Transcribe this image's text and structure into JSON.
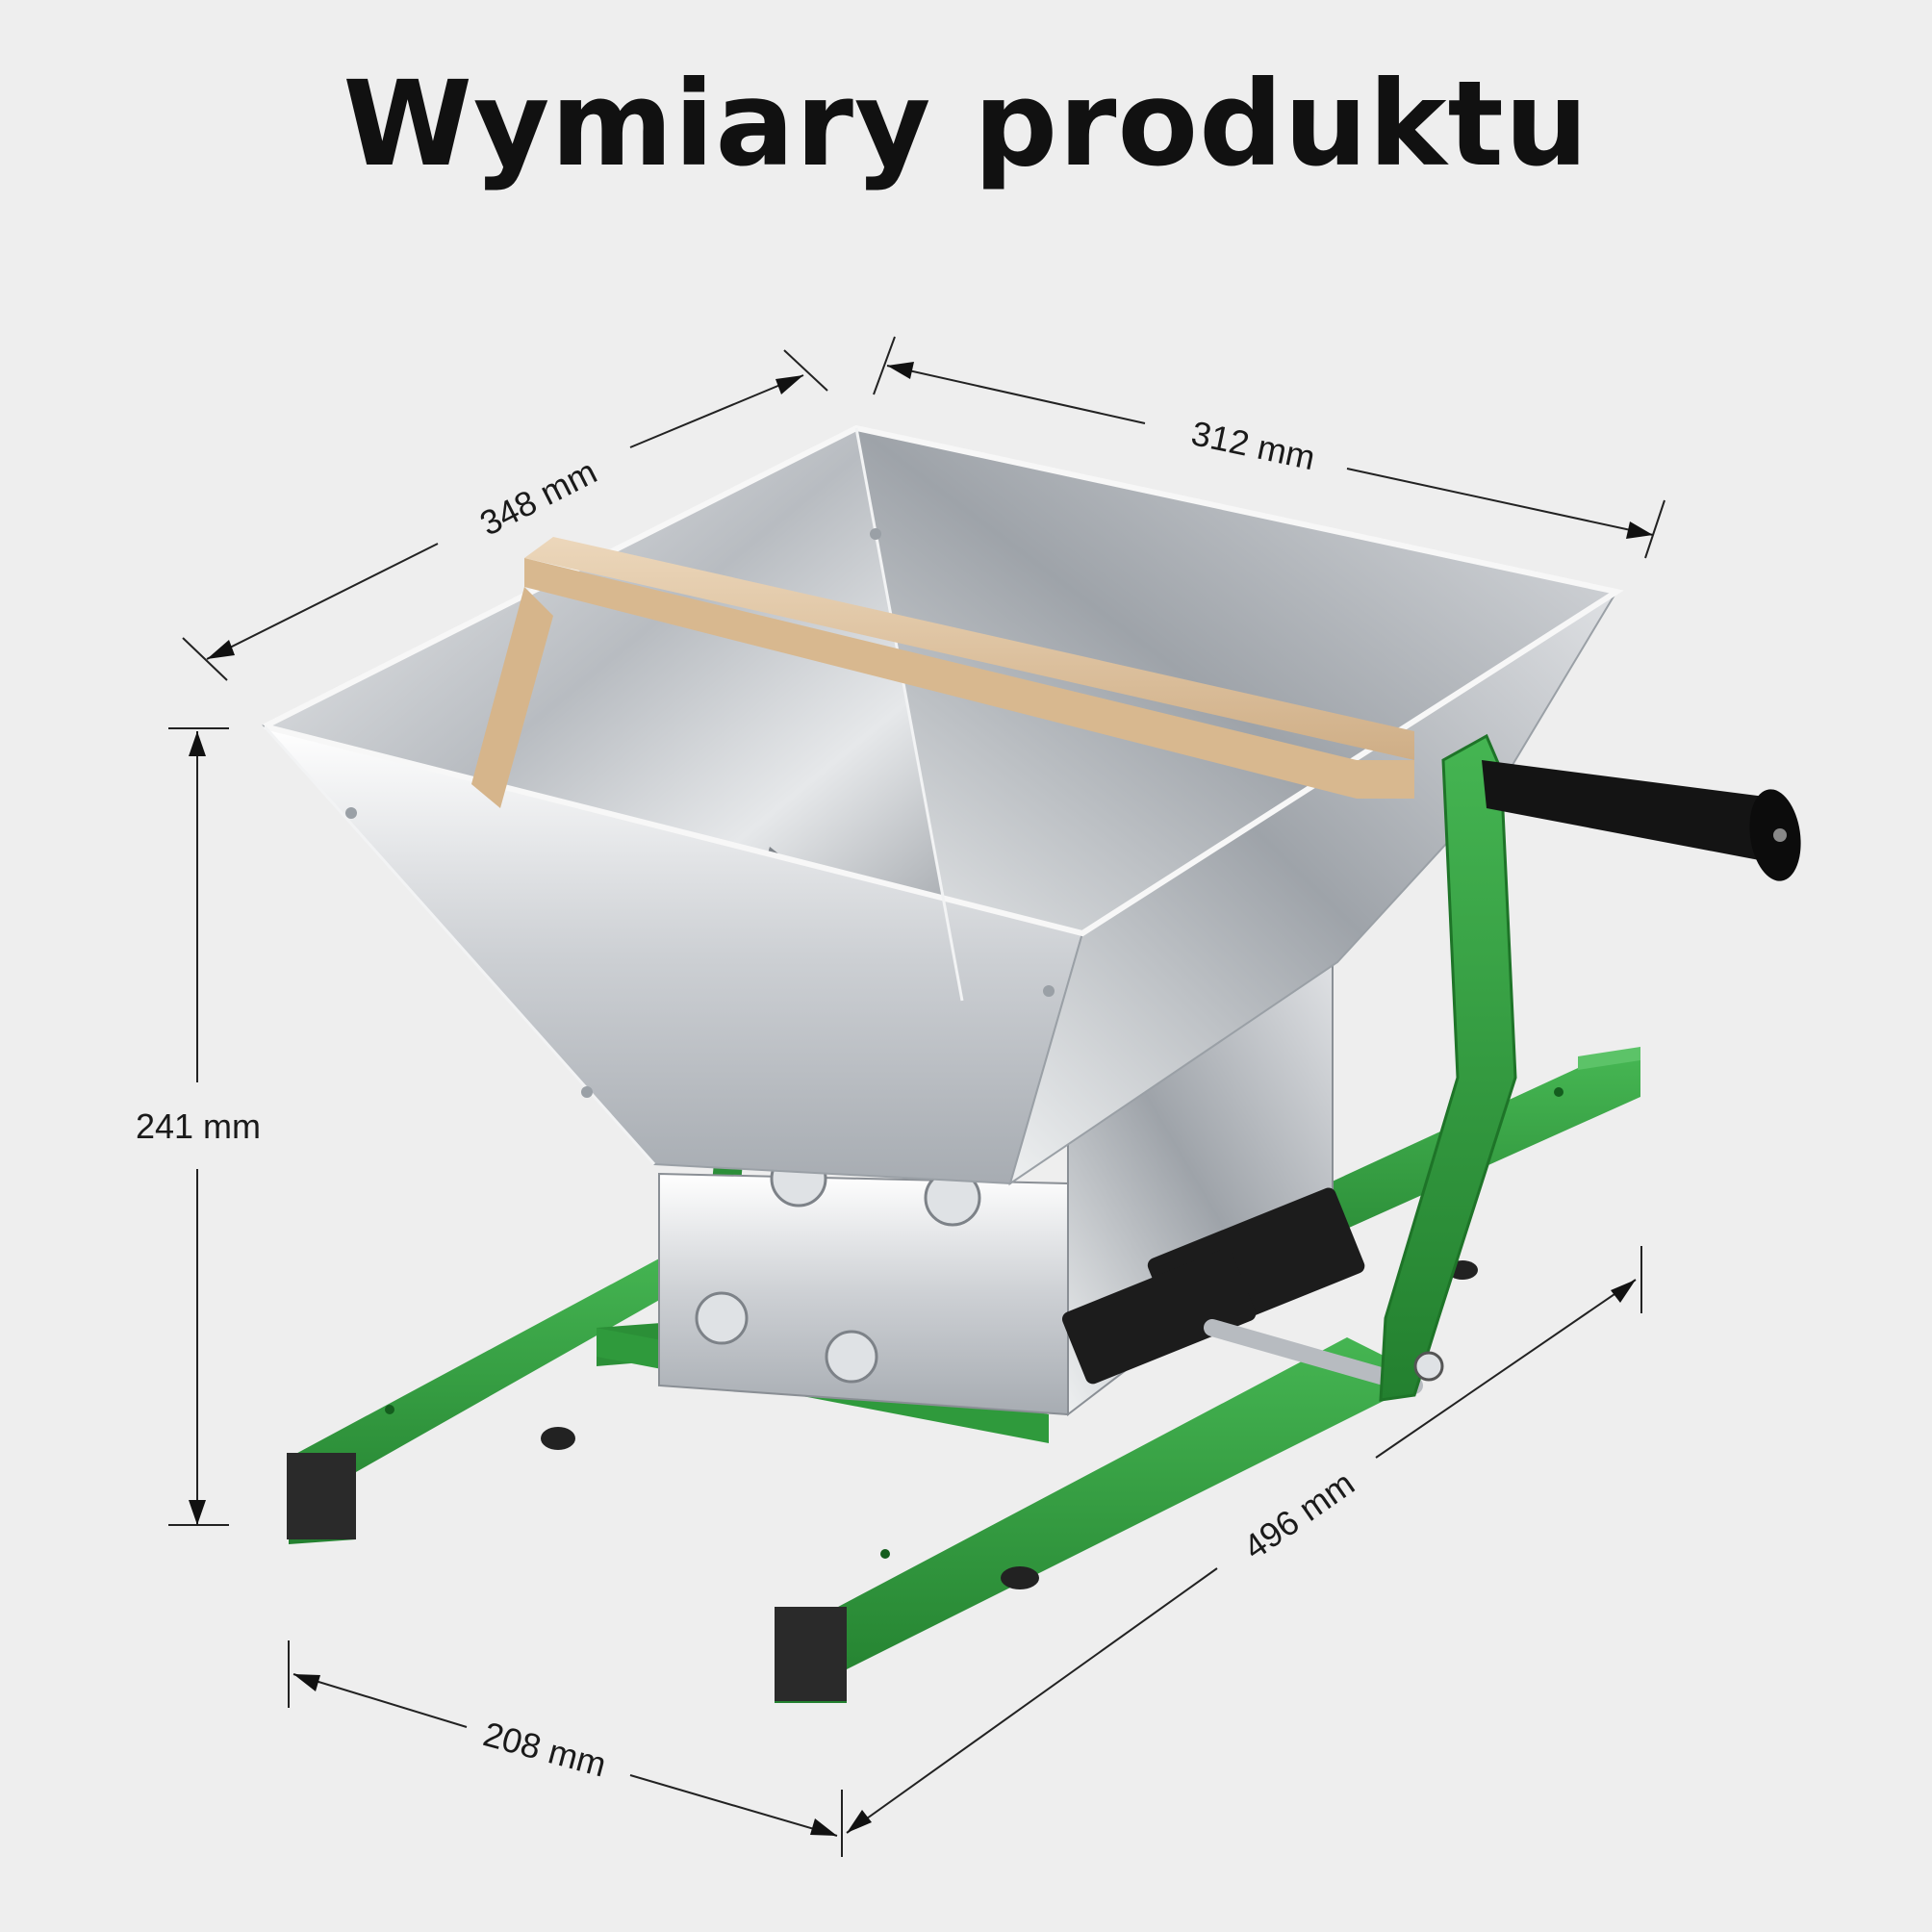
{
  "title": "Wymiary produktu",
  "dimensions": {
    "depth": "348 mm",
    "width": "312 mm",
    "height": "241 mm",
    "length": "496 mm",
    "base_width": "208 mm"
  },
  "colors": {
    "background": "#eeeeee",
    "frame_green": "#2f9a3c",
    "steel": "#c9ccd0",
    "wood": "#e3c9a8",
    "handle": "#111111"
  }
}
